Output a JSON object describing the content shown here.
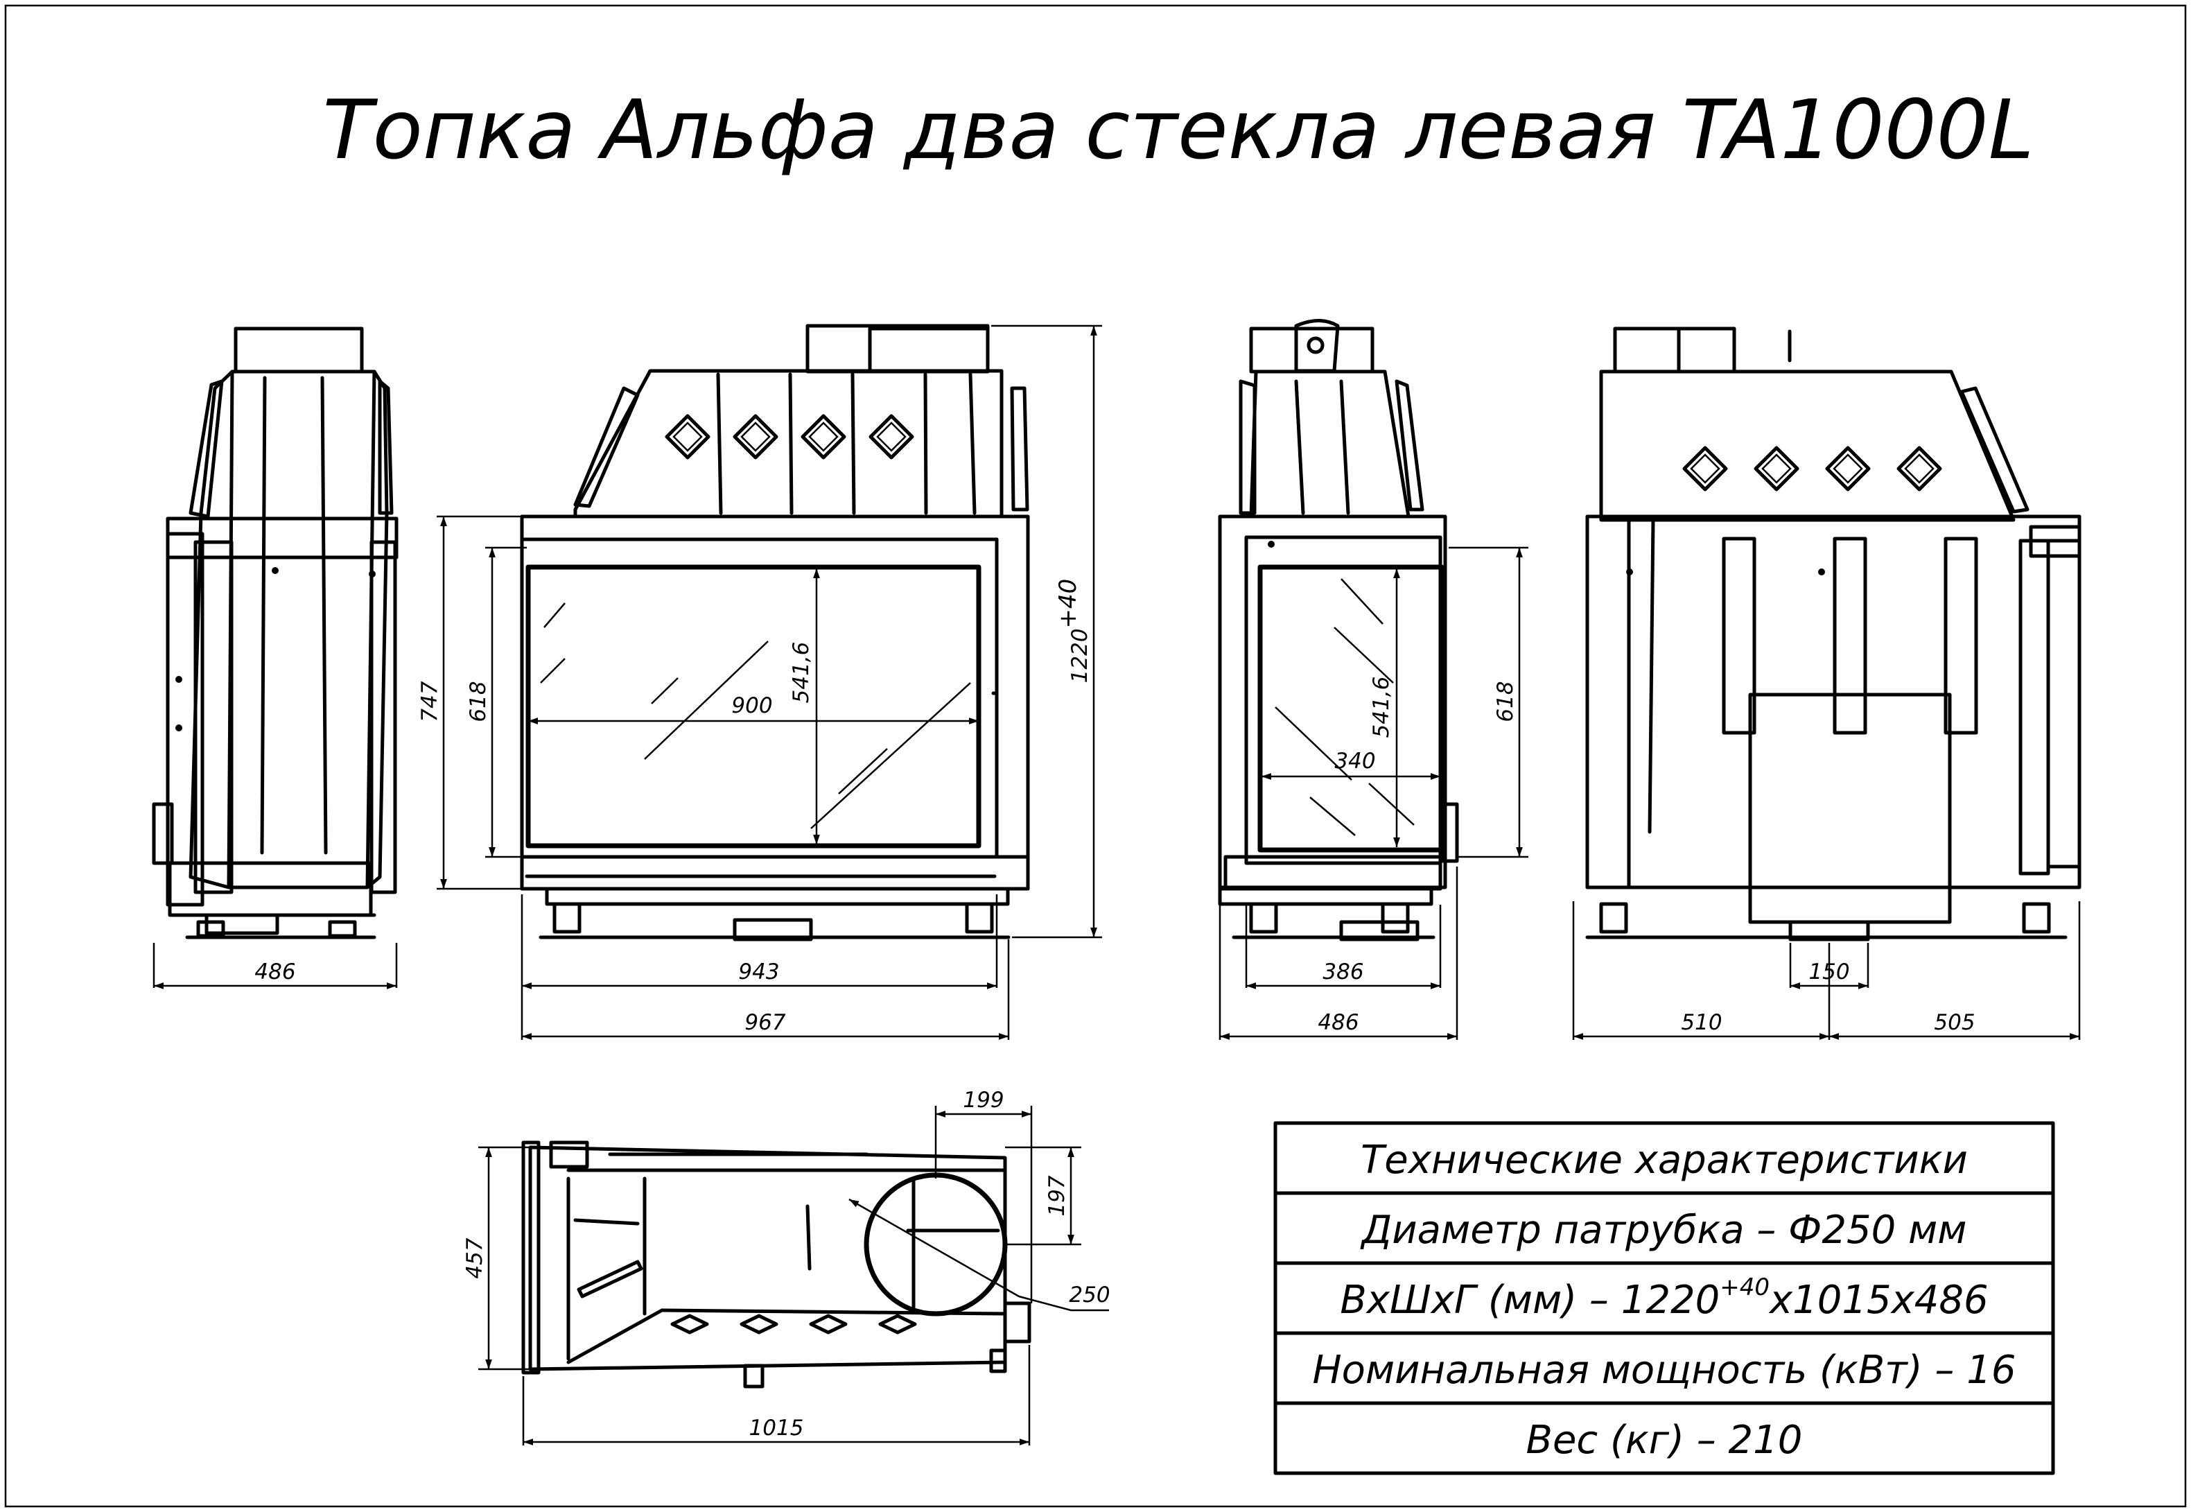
{
  "drawing": {
    "title": "Топка Альфа два стекла левая TA1000L"
  },
  "dimensions": {
    "side_left_depth": "486",
    "front_height_total": "1220",
    "front_height_tolerance": "+40",
    "front_outer_height": "747",
    "front_door_height": "618",
    "front_glass_width": "900",
    "front_glass_height": "541,6",
    "front_body_width": "943",
    "front_overall_width": "967",
    "side_glass_height": "541,6",
    "side_glass_width": "340",
    "side_door_height": "618",
    "side_inner_width": "386",
    "side_overall_width": "486",
    "rear_pipe_width": "150",
    "rear_left_width": "510",
    "rear_right_width": "505",
    "plan_offset_x": "199",
    "plan_offset_y": "197",
    "plan_depth": "457",
    "plan_pipe_diameter": "250",
    "plan_width": "1015"
  },
  "spec_table": {
    "header": "Технические характеристики",
    "rows": [
      "Диаметр патрубка – Ф250 мм",
      "ВхШхГ (мм) – 1220",
      "Номинальная мощность (кВт) – 16",
      "Вес (кг) – 210"
    ],
    "dims_sup": "+40",
    "dims_tail": "x1015x486"
  }
}
